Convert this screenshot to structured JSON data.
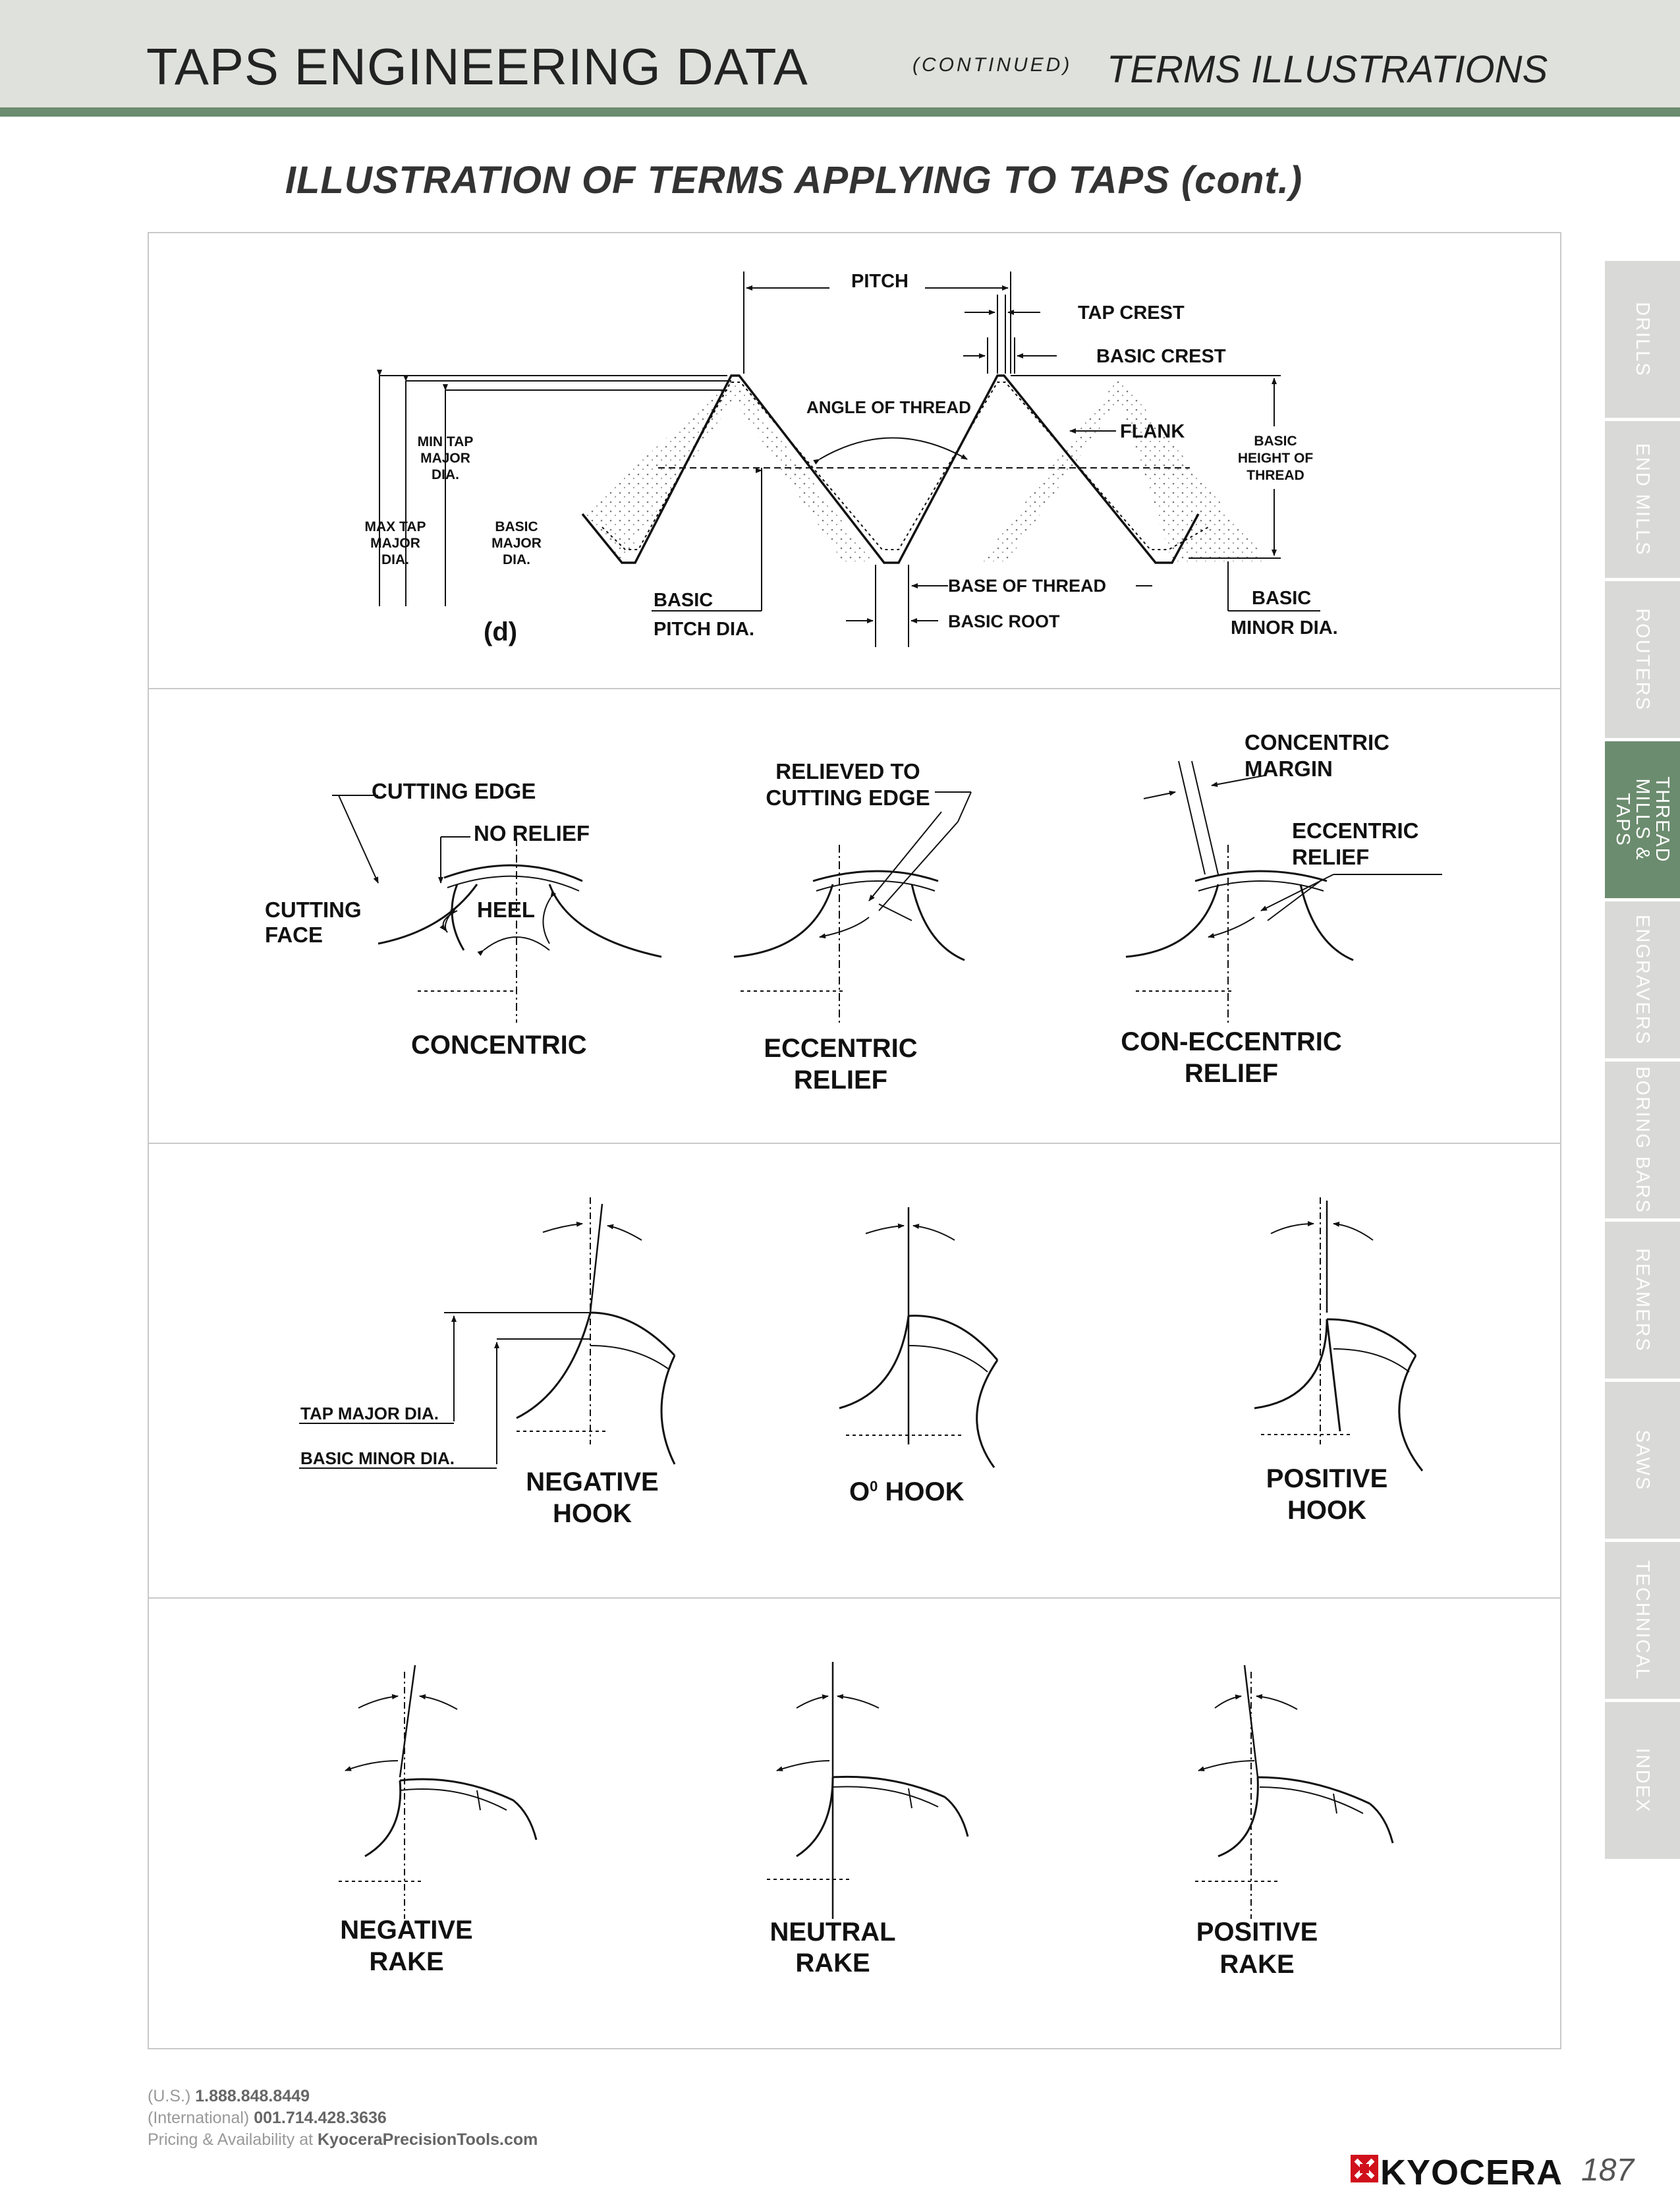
{
  "header": {
    "title": "TAPS ENGINEERING DATA",
    "continued": "(CONTINUED)",
    "section": "TERMS ILLUSTRATIONS"
  },
  "page_heading": "ILLUSTRATION OF TERMS APPLYING TO TAPS (cont.)",
  "thread_diagram": {
    "pitch": "PITCH",
    "tap_crest": "TAP CREST",
    "basic_crest": "BASIC CREST",
    "angle_of_thread": "ANGLE OF THREAD",
    "flank": "FLANK",
    "basic_height_l1": "BASIC",
    "basic_height_l2": "HEIGHT OF",
    "basic_height_l3": "THREAD",
    "min_tap_l1": "MIN TAP",
    "min_tap_l2": "MAJOR",
    "min_tap_l3": "DIA.",
    "max_tap_l1": "MAX TAP",
    "max_tap_l2": "MAJOR",
    "max_tap_l3": "DIA.",
    "basic_major_l1": "BASIC",
    "basic_major_l2": "MAJOR",
    "basic_major_l3": "DIA.",
    "basic_pitch_l1": "BASIC",
    "basic_pitch_l2": "PITCH DIA.",
    "base_of_thread": "BASE OF THREAD",
    "basic_root": "BASIC ROOT",
    "basic_minor_l1": "BASIC",
    "basic_minor_l2": "MINOR DIA.",
    "figure_label": "(d)"
  },
  "relief_diagram": {
    "cutting_edge": "CUTTING EDGE",
    "no_relief": "NO RELIEF",
    "cutting_face_l1": "CUTTING",
    "cutting_face_l2": "FACE",
    "heel": "HEEL",
    "concentric": "CONCENTRIC",
    "relieved_l1": "RELIEVED TO",
    "relieved_l2": "CUTTING EDGE",
    "eccentric_relief_l1": "ECCENTRIC",
    "eccentric_relief_l2": "RELIEF",
    "concentric_margin_l1": "CONCENTRIC",
    "concentric_margin_l2": "MARGIN",
    "ecc_relief_callout_l1": "ECCENTRIC",
    "ecc_relief_callout_l2": "RELIEF",
    "con_eccentric_l1": "CON-ECCENTRIC",
    "con_eccentric_l2": "RELIEF"
  },
  "hook_diagram": {
    "tap_major_dia": "TAP MAJOR DIA.",
    "basic_minor_dia": "BASIC MINOR DIA.",
    "negative_hook_l1": "NEGATIVE",
    "negative_hook_l2": "HOOK",
    "zero_hook_prefix": "O",
    "zero_hook_sup": "0",
    "zero_hook_suffix": " HOOK",
    "positive_hook_l1": "POSITIVE",
    "positive_hook_l2": "HOOK"
  },
  "rake_diagram": {
    "negative_rake_l1": "NEGATIVE",
    "negative_rake_l2": "RAKE",
    "neutral_rake_l1": "NEUTRAL",
    "neutral_rake_l2": "RAKE",
    "positive_rake_l1": "POSITIVE",
    "positive_rake_l2": "RAKE"
  },
  "side_tabs": [
    {
      "label": "DRILLS",
      "active": false
    },
    {
      "label": "END MILLS",
      "active": false
    },
    {
      "label": "ROUTERS",
      "active": false
    },
    {
      "label": "THREAD MILLS & TAPS",
      "active": true
    },
    {
      "label": "ENGRAVERS",
      "active": false
    },
    {
      "label": "BORING BARS",
      "active": false
    },
    {
      "label": "REAMERS",
      "active": false
    },
    {
      "label": "SAWS",
      "active": false
    },
    {
      "label": "TECHNICAL",
      "active": false
    },
    {
      "label": "INDEX",
      "active": false
    }
  ],
  "footer": {
    "us_prefix": "(U.S.) ",
    "us_phone": "1.888.848.8449",
    "intl_prefix": "(International) ",
    "intl_phone": "001.714.428.3636",
    "pricing_prefix": "Pricing & Availability at ",
    "website": "KyoceraPrecisionTools.com"
  },
  "brand": "KYOCERA",
  "page_number": "187",
  "colors": {
    "header_bg": "#dfe1dc",
    "accent_green": "#6b8c6e",
    "tab_gray": "#d9dad7"
  }
}
